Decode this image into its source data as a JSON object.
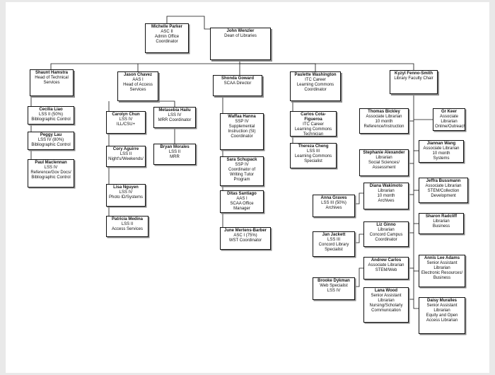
{
  "chart_data": {
    "type": "org-chart",
    "nodes": [
      {
        "id": "parker",
        "name": "Michelle Parker",
        "lines": [
          "ASC II",
          "Admin Office",
          "Coordinator"
        ]
      },
      {
        "id": "wenzler",
        "name": "John Wenzler",
        "lines": [
          "Dean of Libraries"
        ]
      },
      {
        "id": "hamstra",
        "name": "Shaunt Hamstra",
        "lines": [
          "Head of Technical",
          "Services"
        ]
      },
      {
        "id": "chavez",
        "name": "Jason Chavez",
        "lines": [
          "AAS I",
          "Head of Access",
          "Services"
        ]
      },
      {
        "id": "goward",
        "name": "Shonda Goward",
        "lines": [
          "SCAA Director"
        ]
      },
      {
        "id": "washington",
        "name": "Paulette Washington",
        "lines": [
          "ITC Career",
          "Learning Commons",
          "Coordinator"
        ]
      },
      {
        "id": "fennosmith",
        "name": "Kyzyl Fenno-Smith",
        "lines": [
          "Library Faculty Chair"
        ]
      },
      {
        "id": "liao",
        "name": "Cecilia Liao",
        "lines": [
          "LSS II (50%)",
          "Bibliographic Control"
        ]
      },
      {
        "id": "lau",
        "name": "Peggy Lau",
        "lines": [
          "LSS IV (80%)",
          "Bibliographic Control"
        ]
      },
      {
        "id": "maclennan",
        "name": "Paul Maclennan",
        "lines": [
          "LSS IV",
          "Reference/Gov Docs/",
          "Bibliographic Control"
        ]
      },
      {
        "id": "chun",
        "name": "Carolyn Chun",
        "lines": [
          "LSS IV",
          "ILL/CSU+"
        ]
      },
      {
        "id": "hailu",
        "name": "Metasebia Hailu",
        "lines": [
          "LSS IV",
          "MRR Coordinator"
        ]
      },
      {
        "id": "aguirre",
        "name": "Cory Aguirre",
        "lines": [
          "LSS II",
          "Night's/Weekends/"
        ]
      },
      {
        "id": "morales",
        "name": "Bryan Morales",
        "lines": [
          "LSS II",
          "MRR"
        ]
      },
      {
        "id": "nguyen",
        "name": "Lisa Nguyen",
        "lines": [
          "LSS IV",
          "Photo ID/Systems"
        ]
      },
      {
        "id": "medina",
        "name": "Patricia Medina",
        "lines": [
          "LSS II",
          "Access Services"
        ]
      },
      {
        "id": "hanna",
        "name": "Waffaa Hanna",
        "lines": [
          "SSP IV",
          "Supplemental",
          "Instruction (SI)",
          "Coordinator"
        ]
      },
      {
        "id": "schupack",
        "name": "Sara Schupack",
        "lines": [
          "SSP IV",
          "Coordinator of",
          "Writing Tutor",
          "Program"
        ]
      },
      {
        "id": "santiago",
        "name": "Ditas Santiago",
        "lines": [
          "AAS I",
          "SCAA Office Manager"
        ]
      },
      {
        "id": "mertensbarber",
        "name": "June Mertens-Barber",
        "lines": [
          "ASC I (75%)",
          "WST Coordinator"
        ]
      },
      {
        "id": "cotafigueroa",
        "name": "Carlos Cota-Figueroa",
        "lines": [
          "ITC Career",
          "Learning Commons",
          "Technician"
        ]
      },
      {
        "id": "cheng",
        "name": "Thereza Cheng",
        "lines": [
          "LSS III",
          "Learning Commons",
          "Specialist"
        ]
      },
      {
        "id": "bickley",
        "name": "Thomas Bickley",
        "lines": [
          "Associate Librarian",
          "10 month",
          "Reference/Instruction"
        ]
      },
      {
        "id": "keer",
        "name": "Gr Keer",
        "lines": [
          "Associate Librarian",
          "Online/Outreach"
        ]
      },
      {
        "id": "wang",
        "name": "Jiannan Wang",
        "lines": [
          "Associate Librarian",
          "10 month",
          "Systems"
        ]
      },
      {
        "id": "alexander",
        "name": "Stephanie Alexander",
        "lines": [
          "Librarian",
          "Social Sciences/",
          "Assessment"
        ]
      },
      {
        "id": "bussmann",
        "name": "Jeffra Bussmann",
        "lines": [
          "Associate Librarian",
          "STEM/Collection",
          "Development"
        ]
      },
      {
        "id": "wakimoto",
        "name": "Diana Wakimoto",
        "lines": [
          "Librarian",
          "10 month",
          "Archives"
        ]
      },
      {
        "id": "graves",
        "name": "Anna Graves",
        "lines": [
          "LSS III (50%)",
          "Archives"
        ]
      },
      {
        "id": "radcliff",
        "name": "Sharon Radcliff",
        "lines": [
          "Librarian",
          "Business"
        ]
      },
      {
        "id": "ginno",
        "name": "Liz Ginno",
        "lines": [
          "Librarian",
          "Concord Campus",
          "Coordinator"
        ]
      },
      {
        "id": "jackett",
        "name": "Jan Jackett",
        "lines": [
          "LSS III",
          "Concord Library",
          "Specialist"
        ]
      },
      {
        "id": "adams",
        "name": "Annis Lee Adams",
        "lines": [
          "Senior Assistant",
          "Librarian",
          "Electronic Resources/",
          "Business"
        ]
      },
      {
        "id": "carlos",
        "name": "Andrew Carlos",
        "lines": [
          "Associate Librarian",
          "STEM/Web"
        ]
      },
      {
        "id": "dykman",
        "name": "Brooke Dykman",
        "lines": [
          "Web Specialist",
          "LSS IV"
        ]
      },
      {
        "id": "wood",
        "name": "Lana Wood",
        "lines": [
          "Senior Assistant",
          "Librarian",
          "Nursing/Scholarly",
          "Communication"
        ]
      },
      {
        "id": "muralles",
        "name": "Daisy Muralles",
        "lines": [
          "Senior Assistant",
          "Librarian",
          "Equity and Open",
          "Access Librarian"
        ]
      }
    ]
  }
}
